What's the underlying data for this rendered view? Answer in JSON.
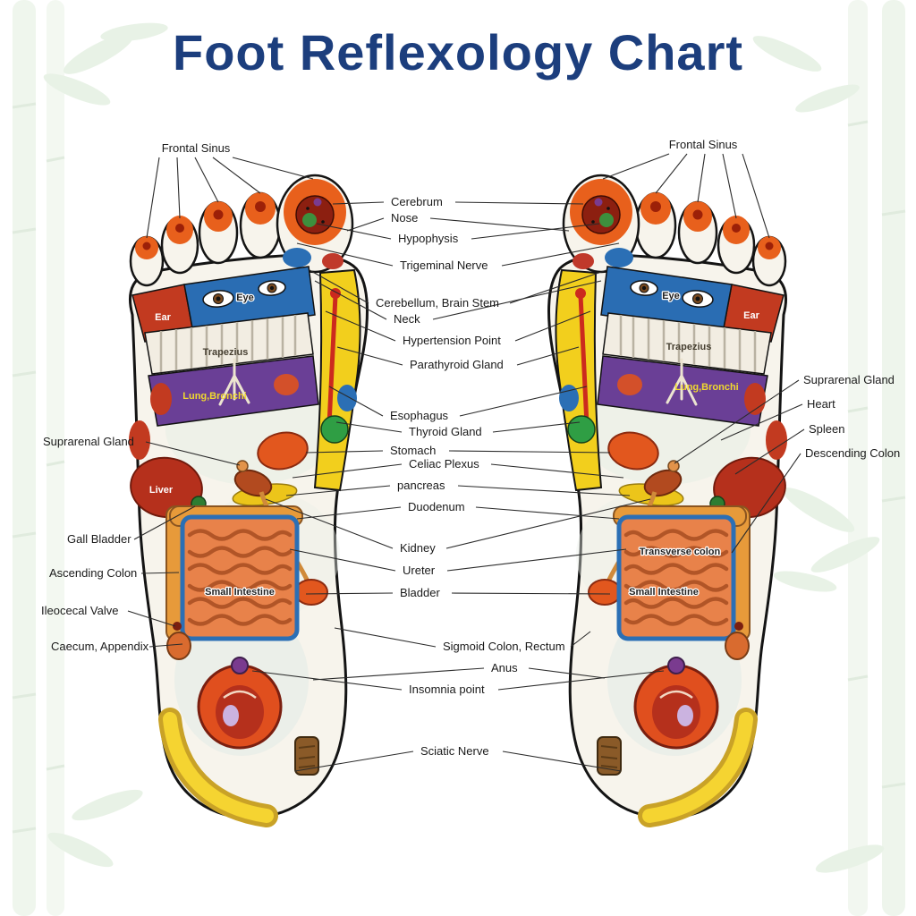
{
  "title": "Foot Reflexology Chart",
  "colors": {
    "title": "#1c3e7d",
    "toe": "#e8601c",
    "brain": "#8c1f10",
    "eye_band": "#2a6db3",
    "ear": "#c23a20",
    "lung_band": "#6a3f96",
    "spine": "#f2cf1d",
    "stomach": "#e2571e",
    "liver": "#b5301c",
    "intestine": "#e8824a",
    "colon": "#e79a3a",
    "heel": "#e04f1e",
    "sciatic": "#f5d431"
  },
  "labels": {
    "frontal_sinus_left": "Frontal Sinus",
    "frontal_sinus_right": "Frontal Sinus",
    "center": {
      "cerebrum": "Cerebrum",
      "nose": "Nose",
      "hypophysis": "Hypophysis",
      "trigeminal": "Trigeminal Nerve",
      "cerebellum": "Cerebellum, Brain Stem",
      "neck": "Neck",
      "hypertension": "Hypertension Point",
      "parathyroid": "Parathyroid Gland",
      "esophagus": "Esophagus",
      "thyroid": "Thyroid Gland",
      "stomach": "Stomach",
      "celiac": "Celiac Plexus",
      "pancreas": "pancreas",
      "duodenum": "Duodenum",
      "kidney": "Kidney",
      "ureter": "Ureter",
      "bladder": "Bladder",
      "sigmoid": "Sigmoid Colon, Rectum",
      "anus": "Anus",
      "insomnia": "Insomnia point",
      "sciatic": "Sciatic Nerve"
    },
    "left_side": {
      "suprarenal": "Suprarenal Gland",
      "gall_bladder": "Gall Bladder",
      "ascending_colon": "Ascending Colon",
      "ileocecal": "Ileocecal Valve",
      "caecum": "Caecum, Appendix"
    },
    "right_side": {
      "suprarenal": "Suprarenal Gland",
      "heart": "Heart",
      "spleen": "Spleen",
      "descending_colon": "Descending Colon"
    },
    "on_foot_left": {
      "eye": "Eye",
      "ear": "Ear",
      "trapezius": "Trapezius",
      "lung": "Lung,Bronchi",
      "liver": "Liver",
      "small_intestine": "Small Intestine"
    },
    "on_foot_right": {
      "eye": "Eye",
      "ear": "Ear",
      "trapezius": "Trapezius",
      "lung": "Lung,Bronchi",
      "transverse_colon": "Transverse colon",
      "small_intestine": "Small Intestine"
    }
  }
}
